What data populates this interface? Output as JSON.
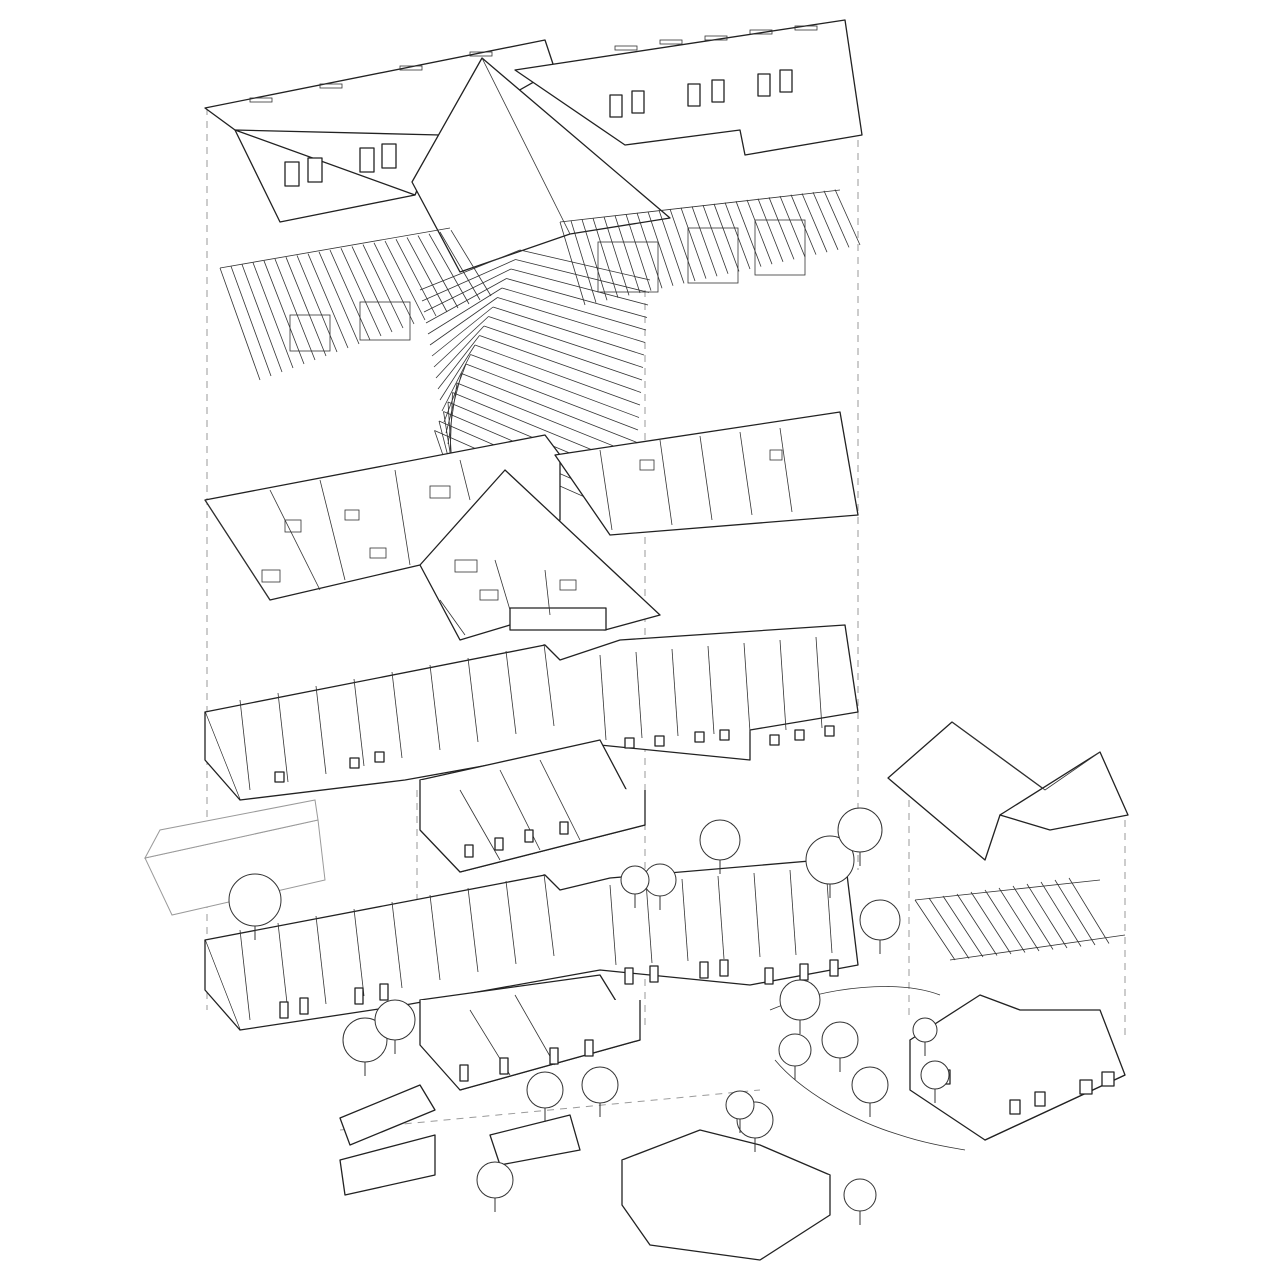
{
  "drawing": {
    "type": "exploded-axonometric",
    "stroke_color": "#222222",
    "guide_color": "#9a9a9a",
    "background": "#ffffff",
    "layers": [
      {
        "id": "roof-cladding"
      },
      {
        "id": "roof-structure"
      },
      {
        "id": "attic-floor"
      },
      {
        "id": "upper-floor"
      },
      {
        "id": "ground-floor"
      },
      {
        "id": "annex-roof"
      },
      {
        "id": "annex-ground-floor"
      },
      {
        "id": "outbuildings"
      }
    ]
  }
}
